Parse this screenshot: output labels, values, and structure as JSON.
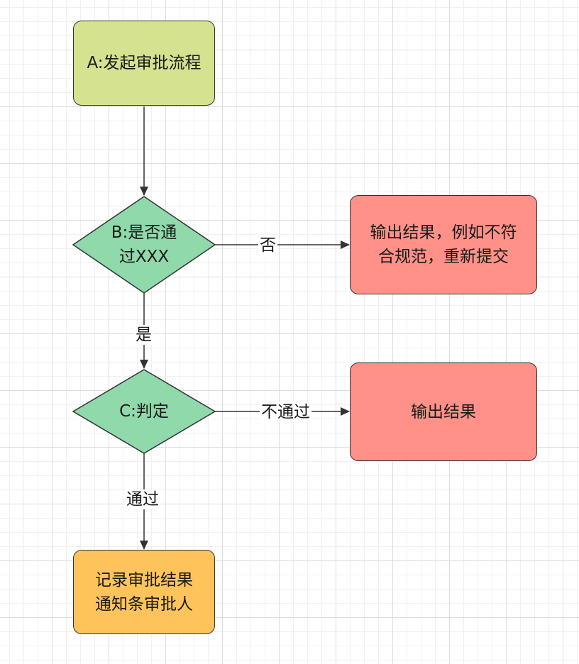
{
  "colors": {
    "start": "#d5e28f",
    "decision": "#8fd9ab",
    "result": "#ff9189",
    "record": "#ffc35c",
    "line": "#333333"
  },
  "nodes": {
    "start": {
      "label": "A:发起审批流程"
    },
    "decision_b": {
      "line1": "B:是否通",
      "line2": "过XXX"
    },
    "output_b": {
      "line1": "输出结果，例如不符",
      "line2": "合规范，重新提交"
    },
    "decision_c": {
      "label": "C:判定"
    },
    "output_c": {
      "label": "输出结果"
    },
    "record": {
      "line1": "记录审批结果",
      "line2": "通知条审批人"
    }
  },
  "edges": {
    "b_no": "否",
    "b_yes": "是",
    "c_fail": "不通过",
    "c_pass": "通过"
  }
}
